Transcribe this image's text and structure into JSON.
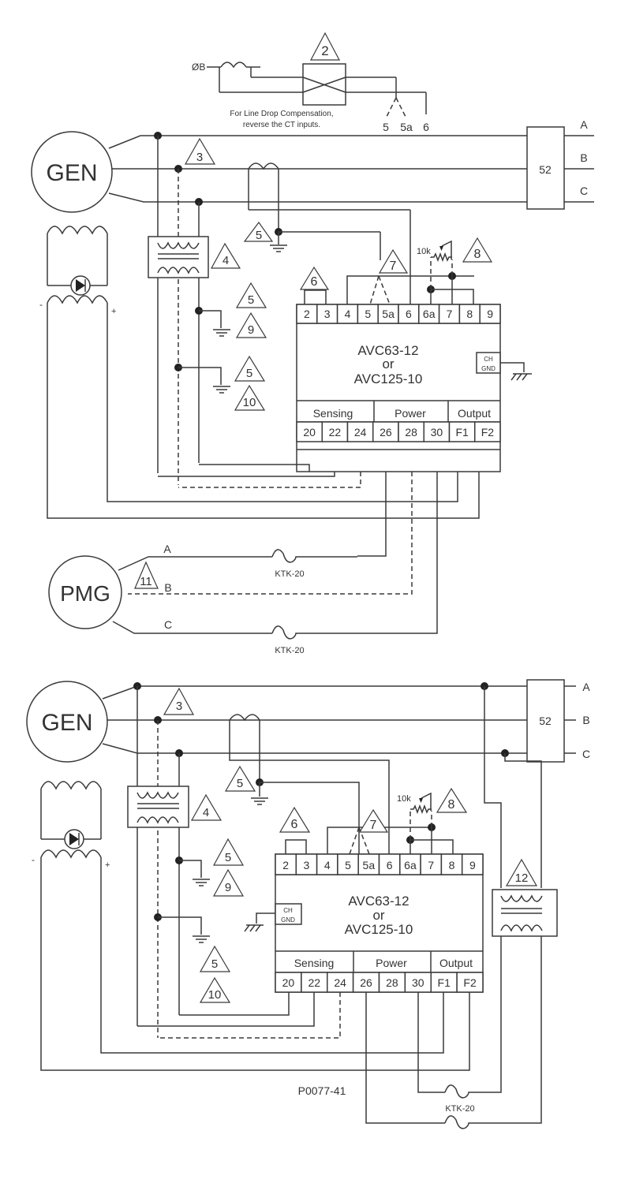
{
  "diagram": {
    "figure_id": "P0077-41",
    "top_note": {
      "phase_label": "ØB",
      "callout": "2",
      "note_line1": "For Line Drop Compensation,",
      "note_line2": "reverse the CT inputs.",
      "terminals": [
        "5",
        "5a",
        "6"
      ]
    },
    "upper": {
      "generator": "GEN",
      "breaker": "52",
      "phases": [
        "A",
        "B",
        "C"
      ],
      "regulator_line1": "AVC63-12",
      "regulator_line2": "or",
      "regulator_line3": "AVC125-10",
      "chassis_gnd_1": "CH",
      "chassis_gnd_2": "GND",
      "top_terminals": [
        "2",
        "3",
        "4",
        "5",
        "5a",
        "6",
        "6a",
        "7",
        "8",
        "9"
      ],
      "groups": [
        "Sensing",
        "Power",
        "Output"
      ],
      "bottom_terminals": [
        "20",
        "22",
        "24",
        "26",
        "28",
        "30",
        "F1",
        "F2"
      ],
      "pot_label": "10k",
      "callouts": [
        "3",
        "4",
        "5",
        "5",
        "9",
        "5",
        "10",
        "6",
        "7",
        "8"
      ],
      "pmg": "PMG",
      "pmg_phases": [
        "A",
        "B",
        "C"
      ],
      "pmg_callout": "11",
      "fuse_label": "KTK-20",
      "exciter_minus": "-",
      "exciter_plus": "+"
    },
    "lower": {
      "generator": "GEN",
      "breaker": "52",
      "phases": [
        "A",
        "B",
        "C"
      ],
      "regulator_line1": "AVC63-12",
      "regulator_line2": "or",
      "regulator_line3": "AVC125-10",
      "chassis_gnd_1": "CH",
      "chassis_gnd_2": "GND",
      "top_terminals": [
        "2",
        "3",
        "4",
        "5",
        "5a",
        "6",
        "6a",
        "7",
        "8",
        "9"
      ],
      "groups": [
        "Sensing",
        "Power",
        "Output"
      ],
      "bottom_terminals": [
        "20",
        "22",
        "24",
        "26",
        "28",
        "30",
        "F1",
        "F2"
      ],
      "pot_label": "10k",
      "callouts": [
        "3",
        "4",
        "5",
        "5",
        "9",
        "5",
        "10",
        "6",
        "7",
        "8",
        "12"
      ],
      "fuse_label": "KTK-20",
      "exciter_minus": "-",
      "exciter_plus": "+"
    }
  }
}
